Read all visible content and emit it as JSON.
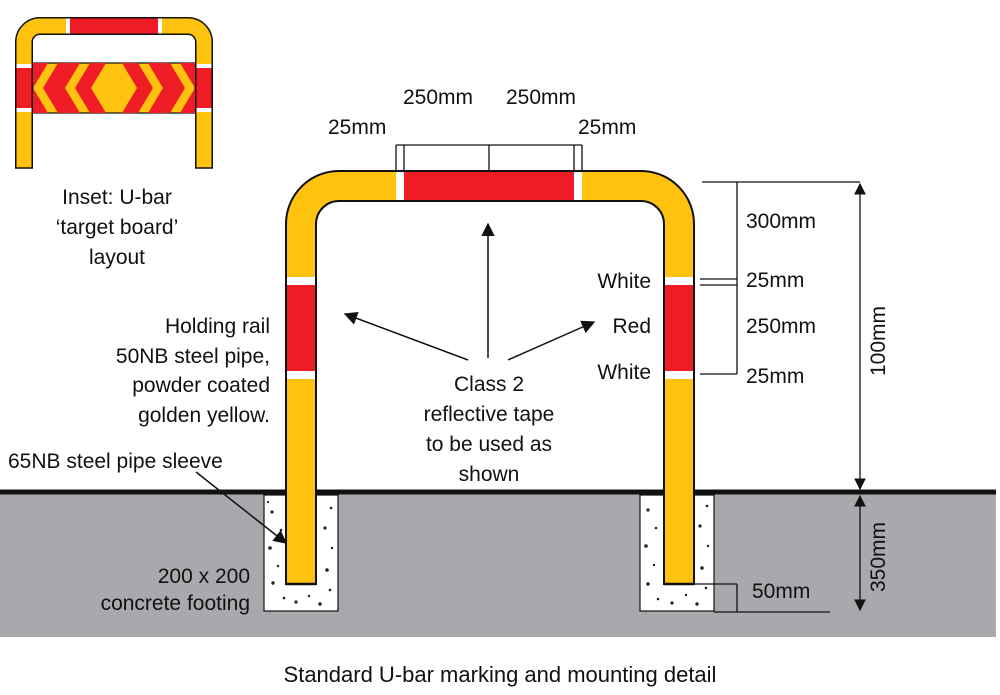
{
  "colors": {
    "yellow": "#ffc20e",
    "red": "#ee1c25",
    "white": "#ffffff",
    "ground": "#a7a9ac",
    "outline": "#111111"
  },
  "inset": {
    "caption_line1": "Inset: U-bar",
    "caption_line2": "‘target board’",
    "caption_line3": "layout"
  },
  "dims_top": {
    "left_tape": "25mm",
    "left_half": "250mm",
    "right_half": "250mm",
    "right_tape": "25mm"
  },
  "dims_right": {
    "top": "300mm",
    "white_upper": "25mm",
    "red": "250mm",
    "white_lower": "25mm",
    "height": "100mm",
    "embed": "350mm",
    "bottom_clear": "50mm"
  },
  "band_labels": {
    "white_upper": "White",
    "red": "Red",
    "white_lower": "White"
  },
  "left_notes": {
    "rail_line1": "Holding rail",
    "rail_line2": "50NB steel pipe,",
    "rail_line3": "powder coated",
    "rail_line4": "golden yellow.",
    "sleeve": "65NB steel pipe sleeve",
    "footing_line1": "200 x 200",
    "footing_line2": "concrete footing"
  },
  "center_note": {
    "line1": "Class 2",
    "line2": "reflective tape",
    "line3": "to be used as",
    "line4": "shown"
  },
  "caption": "Standard U-bar marking and mounting detail"
}
